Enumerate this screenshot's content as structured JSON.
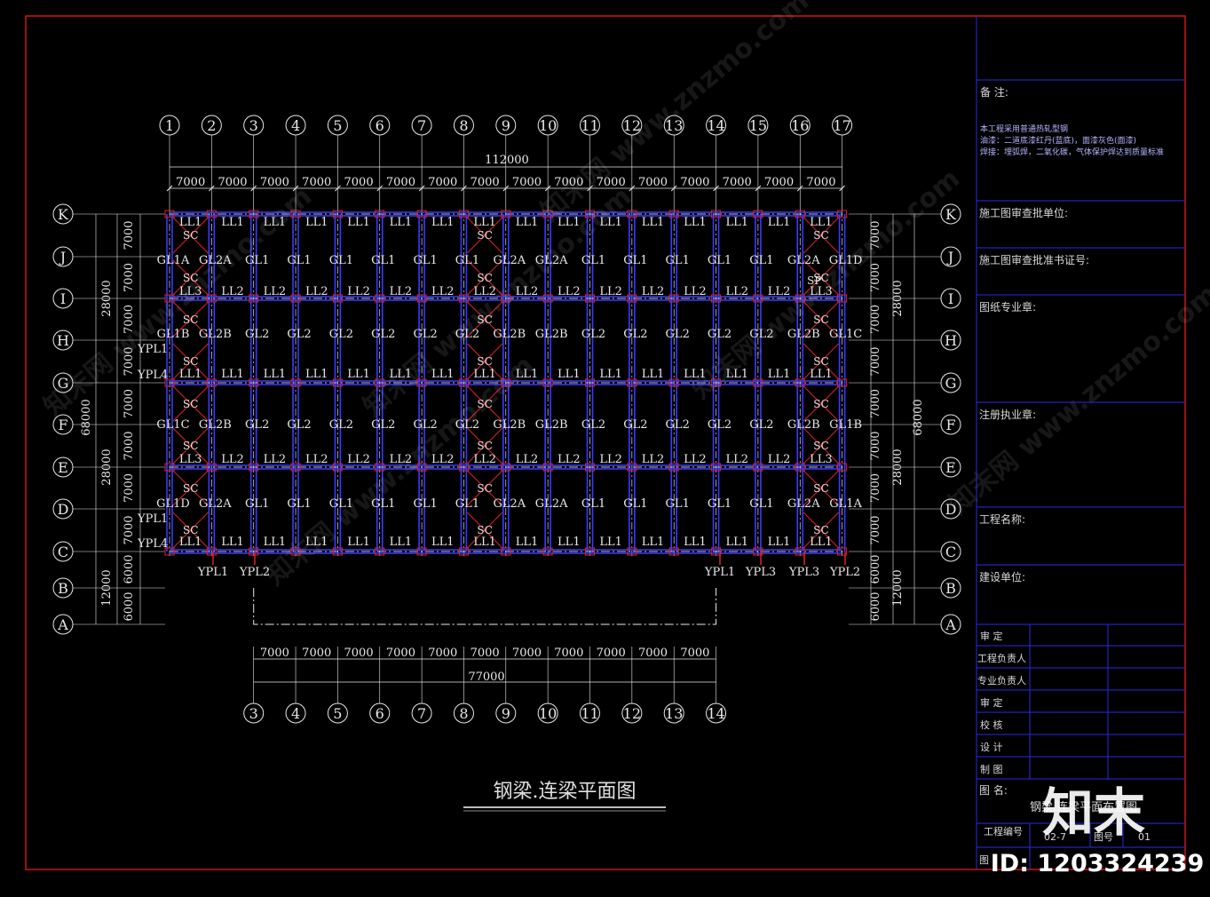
{
  "grid_top": [
    "1",
    "2",
    "3",
    "4",
    "5",
    "6",
    "7",
    "8",
    "9",
    "10",
    "11",
    "12",
    "13",
    "14",
    "15",
    "16",
    "17"
  ],
  "grid_bottom": [
    "3",
    "4",
    "5",
    "6",
    "7",
    "8",
    "9",
    "10",
    "11",
    "12",
    "13",
    "14"
  ],
  "grid_rows": [
    "K",
    "J",
    "I",
    "H",
    "G",
    "F",
    "E",
    "D",
    "C",
    "B",
    "A"
  ],
  "dims": {
    "top_total": "112000",
    "bay": "7000",
    "bottom_total": "77000",
    "left_28000": "28000",
    "left_68000": "68000",
    "left_12000": "12000",
    "left_6000": "6000"
  },
  "rows": {
    "K": [
      "LL1",
      "LL1",
      "LL1",
      "LL1",
      "LL1",
      "LL1",
      "LL1",
      "LL1",
      "LL1",
      "LL1",
      "LL1",
      "LL1",
      "LL1",
      "LL1",
      "LL1",
      "LL1"
    ],
    "J": [
      "GL1A",
      "GL2A",
      "GL1",
      "GL1",
      "GL1",
      "GL1",
      "GL1",
      "GL1",
      "GL2A",
      "GL2A",
      "GL1",
      "GL1",
      "GL1",
      "GL1",
      "GL1",
      "GL2A",
      "GL1D"
    ],
    "I": [
      "LL3",
      "LL2",
      "LL2",
      "LL2",
      "LL2",
      "LL2",
      "LL2",
      "LL2",
      "LL2",
      "LL2",
      "LL2",
      "LL2",
      "LL2",
      "LL2",
      "LL2",
      "LL3"
    ],
    "H": [
      "GL1B",
      "GL2B",
      "GL2",
      "GL2",
      "GL2",
      "GL2",
      "GL2",
      "GL2",
      "GL2B",
      "GL2B",
      "GL2",
      "GL2",
      "GL2",
      "GL2",
      "GL2",
      "GL2B",
      "GL1C"
    ],
    "G": [
      "LL1",
      "LL1",
      "LL1",
      "LL1",
      "LL1",
      "LL1",
      "LL1",
      "LL1",
      "LL1",
      "LL1",
      "LL1",
      "LL1",
      "LL1",
      "LL1",
      "LL1",
      "LL1"
    ],
    "F": [
      "GL1C",
      "GL2B",
      "GL2",
      "GL2",
      "GL2",
      "GL2",
      "GL2",
      "GL2",
      "GL2B",
      "GL2B",
      "GL2",
      "GL2",
      "GL2",
      "GL2",
      "GL2",
      "GL2B",
      "GL1B"
    ],
    "E": [
      "LL3",
      "LL2",
      "LL2",
      "LL2",
      "LL2",
      "LL2",
      "LL2",
      "LL2",
      "LL2",
      "LL2",
      "LL2",
      "LL2",
      "LL2",
      "LL2",
      "LL2",
      "LL3"
    ],
    "D": [
      "GL1D",
      "GL2A",
      "GL1",
      "GL1",
      "GL1",
      "GL1",
      "GL1",
      "GL1",
      "GL2A",
      "GL2A",
      "GL1",
      "GL1",
      "GL1",
      "GL1",
      "GL1",
      "GL2A",
      "GL1A"
    ],
    "C": [
      "LL1",
      "LL1",
      "LL1",
      "LL1",
      "LL1",
      "LL1",
      "LL1",
      "LL1",
      "LL1",
      "LL1",
      "LL1",
      "LL1",
      "LL1",
      "LL1",
      "LL1",
      "LL1"
    ]
  },
  "bracing_label": "SC",
  "sp_label": "SP",
  "ypl": {
    "left_h": "YPL1",
    "left_g": "YPL4",
    "left_d": "YPL1",
    "left_c": "YPL4",
    "bottom": [
      "YPL1",
      "YPL2",
      "YPL1",
      "YPL3",
      "YPL3",
      "YPL2"
    ]
  },
  "drawing_title": "钢梁.连梁平面图",
  "notes": {
    "title": "备    注:",
    "line1": "本工程采用普通热轧型钢",
    "line2": "油漆：二道底漆红丹(蓝底)，面漆灰色(面漆)",
    "line3": "焊接：埋弧焊，二氧化碳，气体保护焊达到质量标准"
  },
  "title_block": {
    "review_unit": "施工图审查批单位:",
    "review_cert": "施工图审查批准书证号:",
    "seal": "图纸专业章:",
    "reg_seal": "注册执业章:",
    "project": "工程名称:",
    "owner": "建设单位:",
    "sign_rows": [
      "审    定",
      "工程负责人",
      "专业负责人",
      "审    定",
      "校    核",
      "设    计",
      "制    图"
    ],
    "drawing_name_label": "图    名:",
    "drawing_name": "钢梁.连梁平面布置图",
    "project_no_label": "工程编号",
    "project_no": "02-7",
    "sheet_no_label": "图号",
    "sheet_no": "01",
    "date_label": "图"
  },
  "brand": {
    "logo": "知末",
    "id": "ID: 1203324239",
    "watermark": "知末网 www.znzmo.com"
  },
  "colors": {
    "frame": "#d21414",
    "titleblock": "#2a2ae6",
    "beam": "#3a3aff",
    "axis": "#e8e8e8",
    "brace": "#dd2222",
    "text": "#e8e8e8"
  }
}
